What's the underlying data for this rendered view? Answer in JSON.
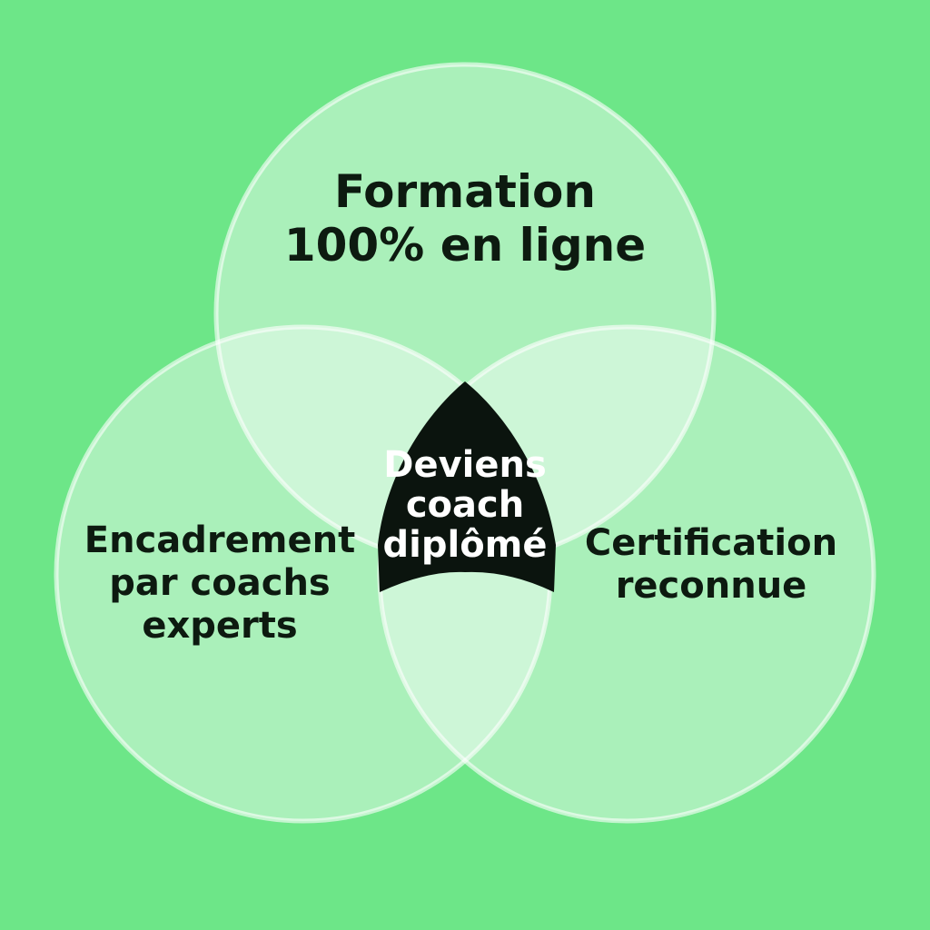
{
  "diagram": {
    "type": "venn",
    "colors": {
      "background": "#6de688",
      "circle_fill": "#ffffff",
      "center_fill": "#0b140e"
    },
    "circles": [
      {
        "id": "top",
        "lines": [
          "Formation",
          "100% en ligne"
        ]
      },
      {
        "id": "left",
        "lines": [
          "Encadrement",
          "par coachs",
          "experts"
        ]
      },
      {
        "id": "right",
        "lines": [
          "Certification",
          "reconnue"
        ]
      }
    ],
    "center": {
      "lines": [
        "Deviens",
        "coach",
        "diplômé"
      ]
    }
  }
}
